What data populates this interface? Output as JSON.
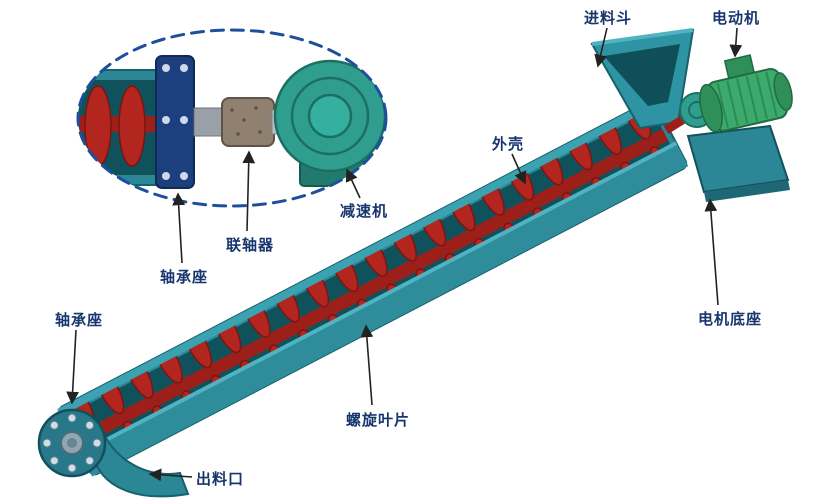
{
  "diagram": {
    "type": "labeled-machine-diagram",
    "subject": "screw conveyor with motor, hopper and detail callout circle",
    "labels": {
      "feed_hopper": "进料斗",
      "motor": "电动机",
      "casing": "外壳",
      "reducer": "减速机",
      "coupling": "联轴器",
      "bearing_seat_upper": "轴承座",
      "bearing_seat_lower": "轴承座",
      "motor_base": "电机底座",
      "spiral_blade": "螺旋叶片",
      "discharge_outlet": "出料口"
    },
    "colors": {
      "label_text": "#17366e",
      "callout_dash": "#1d4f9c",
      "casing_teal": "#2b8795",
      "casing_dark": "#17616d",
      "screw_red": "#b3251f",
      "motor_green": "#3baa6c",
      "flange_navy": "#1e3f7d",
      "arrow": "#222222"
    }
  }
}
